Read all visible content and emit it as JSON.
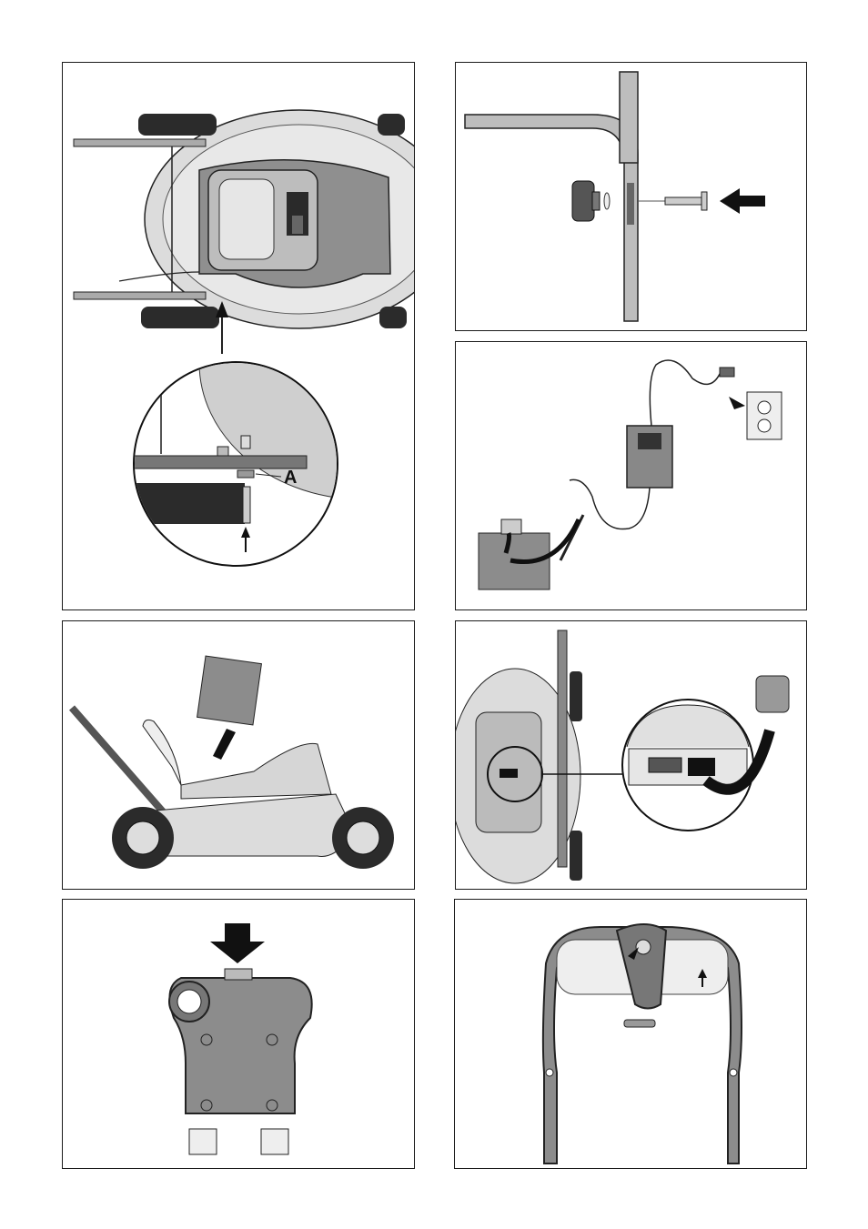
{
  "figures": [
    {
      "id": "fig-1",
      "callouts": [
        "A"
      ]
    },
    {
      "id": "fig-2",
      "callouts": []
    },
    {
      "id": "fig-3",
      "callouts": []
    },
    {
      "id": "fig-4",
      "callouts": []
    },
    {
      "id": "fig-5",
      "callouts": []
    },
    {
      "id": "fig-6",
      "callouts": []
    },
    {
      "id": "fig-7",
      "callouts": []
    }
  ],
  "colors": {
    "frame": "#1a1a1a",
    "deck": "#d9d9d9",
    "body": "#8c8c8c",
    "dark": "#333333",
    "tire": "#2b2b2b"
  }
}
